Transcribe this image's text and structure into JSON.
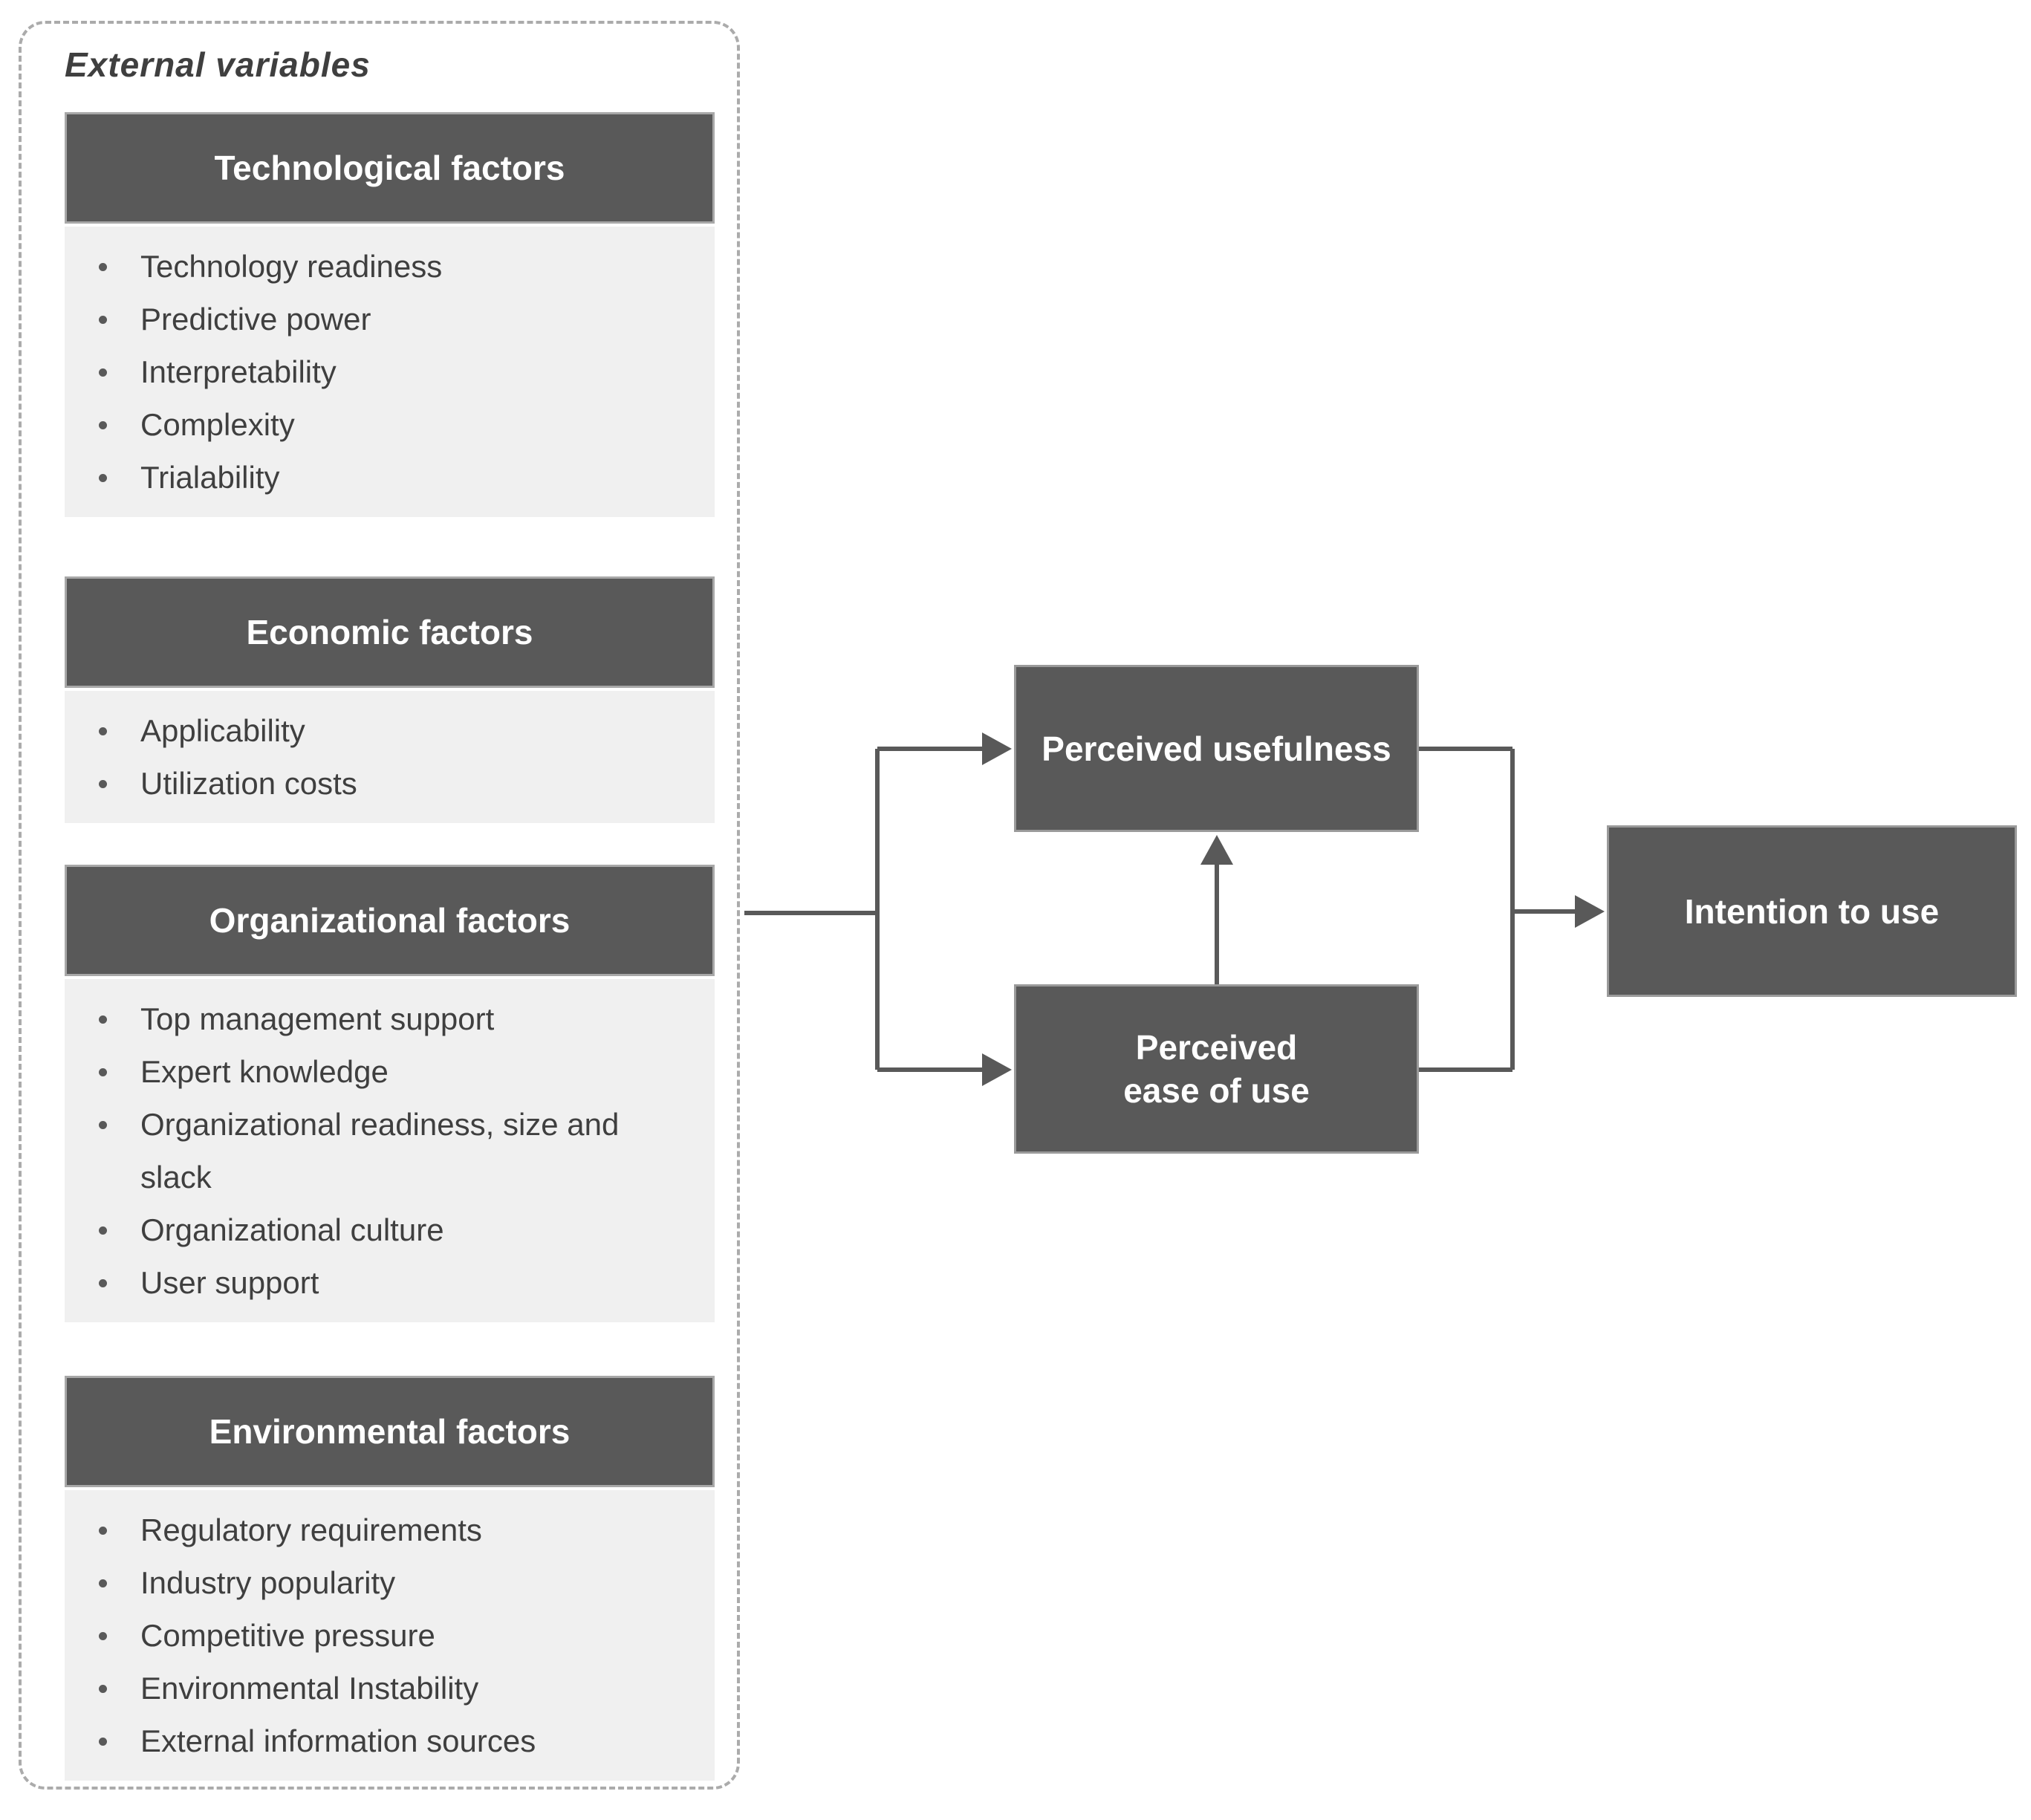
{
  "external_panel": {
    "title": "External variables",
    "sections": [
      {
        "title": "Technological factors",
        "items": [
          "Technology readiness",
          "Predictive power",
          "Interpretability",
          "Complexity",
          "Trialability"
        ]
      },
      {
        "title": "Economic factors",
        "items": [
          "Applicability",
          "Utilization costs"
        ]
      },
      {
        "title": "Organizational factors",
        "items": [
          "Top management support",
          "Expert knowledge",
          "Organizational readiness, size and\nslack",
          "Organizational culture",
          "User support"
        ]
      },
      {
        "title": "Environmental factors",
        "items": [
          "Regulatory requirements",
          "Industry popularity",
          "Competitive pressure",
          "Environmental Instability",
          "External information sources"
        ]
      }
    ]
  },
  "flowchart": {
    "perceived_usefulness": "Perceived usefulness",
    "perceived_ease_of_use": "Perceived\nease of use",
    "intention_to_use": "Intention to use"
  },
  "colors": {
    "shape_fill": "#595959",
    "shape_outline": "#9a9a9a",
    "list_background": "#f0f0f0",
    "body_text": "#3f3f3f",
    "header_text": "#ffffff",
    "connector": "#595959",
    "dashed_border": "#ababab"
  }
}
